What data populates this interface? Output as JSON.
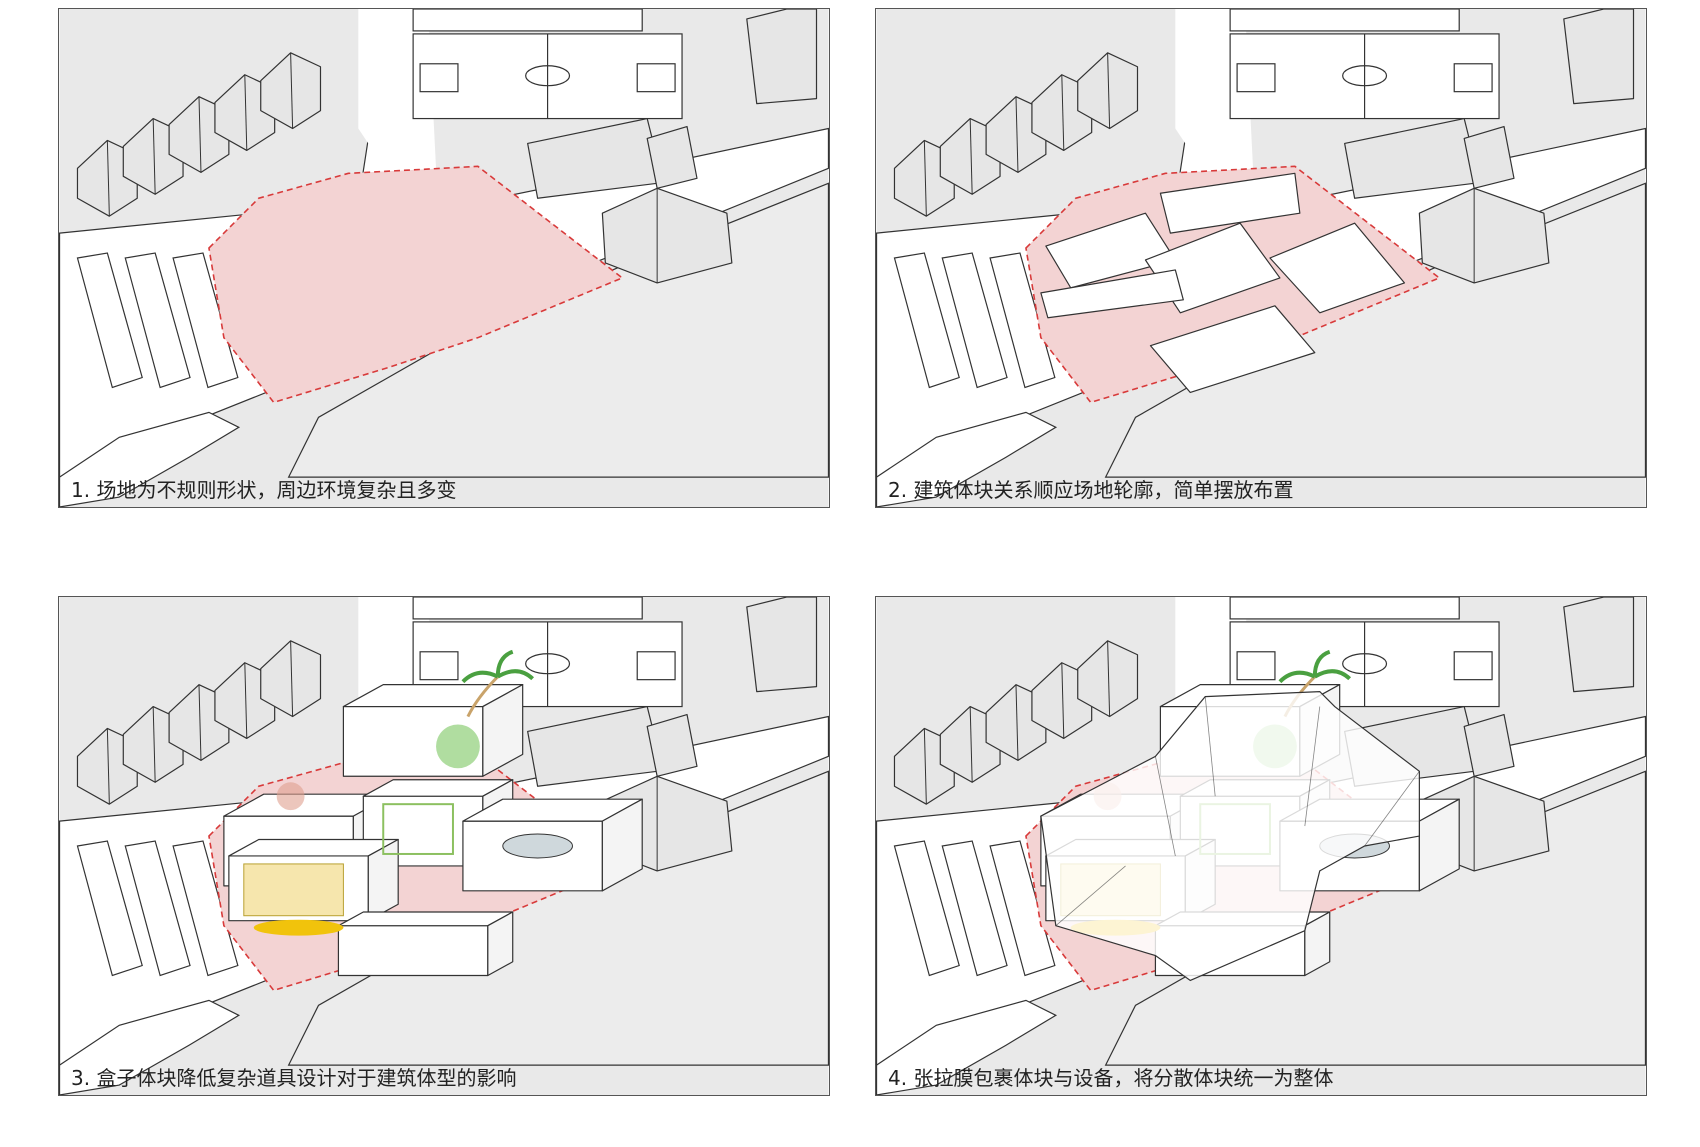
{
  "panels": [
    {
      "id": "p1",
      "caption": "1. 场地为不规则形状，周边环境复杂且多变",
      "stage": "site"
    },
    {
      "id": "p2",
      "caption": "2. 建筑体块关系顺应场地轮廓，简单摆放布置",
      "stage": "blocks"
    },
    {
      "id": "p3",
      "caption": "3. 盒子体块降低复杂道具设计对于建筑体型的影响",
      "stage": "props"
    },
    {
      "id": "p4",
      "caption": "4. 张拉膜包裹体块与设备，将分散体块统一为整体",
      "stage": "membrane"
    }
  ],
  "colors": {
    "ground": "#e9e9e9",
    "road": "#ffffff",
    "site_fill": "#f3d3d3",
    "site_outline": "#d83a3a",
    "building": "#e6e6e6",
    "line": "#333333",
    "prop_yellow": "#f2dc8a",
    "prop_green": "#8fcf78",
    "membrane": "#ffffff"
  }
}
